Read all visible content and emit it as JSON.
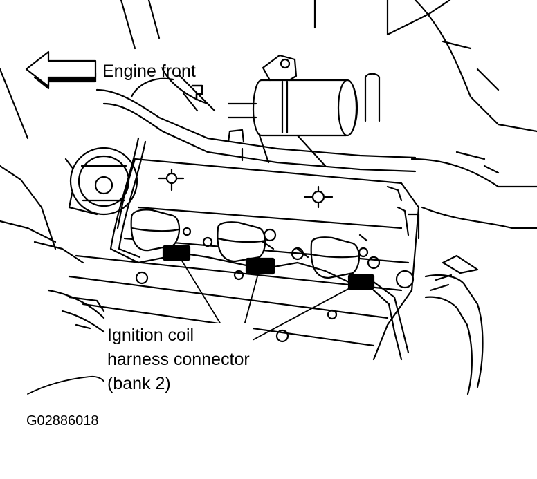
{
  "labels": {
    "engine_front": "Engine front",
    "callout_line1": "Ignition coil",
    "callout_line2": "harness connector",
    "callout_line3": "(bank 2)",
    "figure_code": "G02886018"
  },
  "colors": {
    "ink": "#000000",
    "paper": "#ffffff"
  },
  "icons": {
    "direction_arrow": "left-arrow-icon"
  }
}
